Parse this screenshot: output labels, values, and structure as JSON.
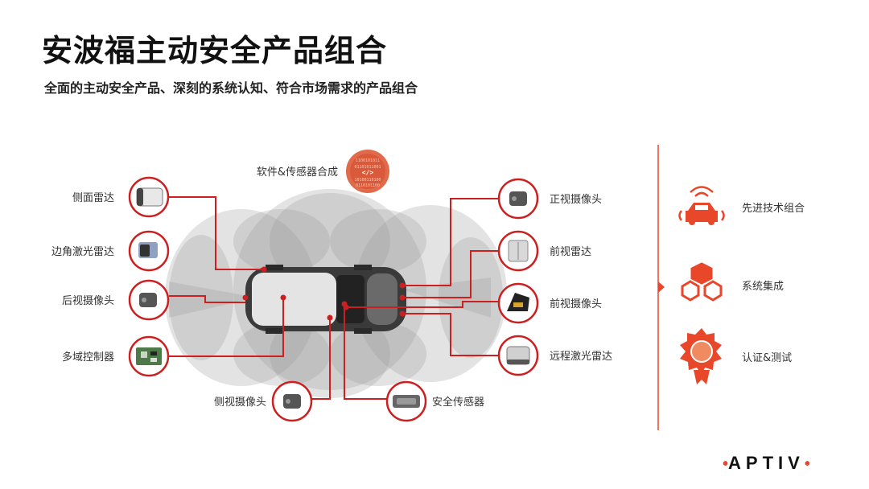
{
  "page": {
    "title": "安波福主动安全产品组合",
    "subtitle": "全面的主动安全产品、深刻的系统认知、符合市场需求的产品组合"
  },
  "center_label": "软件&传感器合成",
  "left_components": [
    {
      "label": "侧面雷达",
      "icon": "side-radar-icon"
    },
    {
      "label": "边角激光雷达",
      "icon": "corner-lidar-icon"
    },
    {
      "label": "后视摄像头",
      "icon": "rear-camera-icon"
    },
    {
      "label": "多域控制器",
      "icon": "domain-controller-icon"
    }
  ],
  "bottom_components": [
    {
      "label": "侧视摄像头",
      "icon": "side-camera-icon"
    },
    {
      "label": "安全传感器",
      "icon": "safety-sensor-icon"
    }
  ],
  "right_components": [
    {
      "label": "正视摄像头",
      "icon": "front-camera-icon"
    },
    {
      "label": "前视雷达",
      "icon": "front-radar-icon"
    },
    {
      "label": "前视摄像头",
      "icon": "forward-camera-icon"
    },
    {
      "label": "远程激光雷达",
      "icon": "long-range-lidar-icon"
    }
  ],
  "capabilities": [
    {
      "label": "先进技术组合",
      "icon": "connected-car-icon"
    },
    {
      "label": "系统集成",
      "icon": "cubes-icon"
    },
    {
      "label": "认证&测试",
      "icon": "certification-badge-icon"
    }
  ],
  "logo": {
    "text": "APTIV",
    "accent": "#e8472a"
  },
  "colors": {
    "accent": "#e8472a",
    "line": "#cc1f1f",
    "coverage": "#9a9a9a"
  }
}
